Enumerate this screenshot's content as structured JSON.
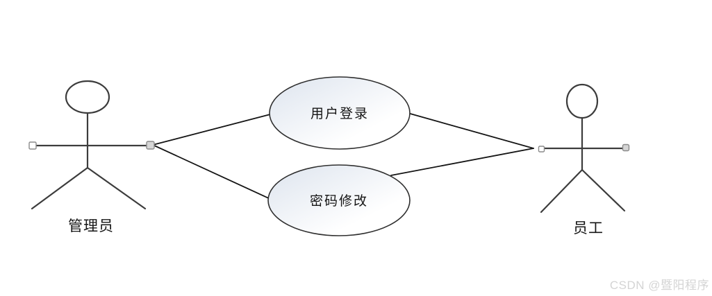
{
  "diagram": {
    "actors": [
      {
        "label": "管理员"
      },
      {
        "label": "员工"
      }
    ],
    "use_cases": [
      {
        "label": "用户登录"
      },
      {
        "label": "密码修改"
      }
    ],
    "colors": {
      "connector_line": "#141414",
      "actor_stroke": "#3c3c3c",
      "ellipse_stroke": "#2f2f2f",
      "ellipse_gradient_start": "#dde4ee",
      "ellipse_gradient_end": "#ffffff",
      "handle_fill_gray": "#d6d6d6",
      "handle_fill_white": "#ffffff",
      "handle_stroke": "#8a8a8a",
      "watermark_color": "#d4d4d4"
    }
  },
  "watermark": {
    "text": "CSDN @暨阳程序"
  }
}
